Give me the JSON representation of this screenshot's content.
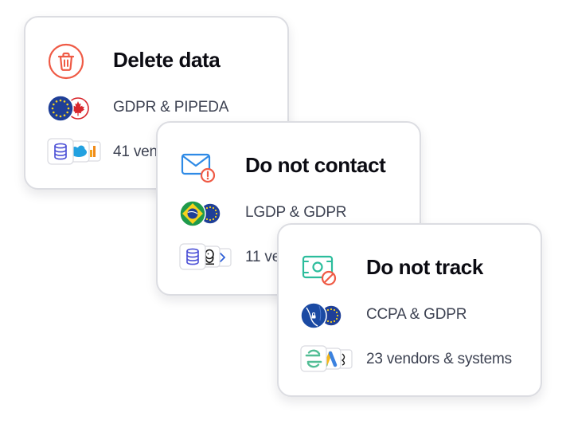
{
  "cards": [
    {
      "title": "Delete data",
      "laws": "GDPR & PIPEDA",
      "vendors": "41 vendors & systems",
      "icon": "trash-icon",
      "accent": "#ef5a45"
    },
    {
      "title": "Do not contact",
      "laws": "LGDP & GDPR",
      "vendors": "11 vendors & systems",
      "icon": "mail-warning-icon",
      "accent": "#2e8ae6"
    },
    {
      "title": "Do not track",
      "laws": "CCPA & GDPR",
      "vendors": "23 vendors & systems",
      "icon": "camera-blocked-icon",
      "accent": "#2bbd9c"
    }
  ],
  "colors": {
    "title": "#0b0b12",
    "body_text": "#3d4252",
    "card_border": "#dcdde2",
    "eu_blue": "#1f3f97",
    "eu_star": "#f7d21d",
    "canada_red": "#d8262c",
    "brazil_green": "#1f9a4b",
    "brazil_yellow": "#f6d21b",
    "california_blue": "#1b4aa3",
    "db_purple": "#4b4fd6",
    "salesforce_blue": "#22a1e0",
    "segment_green": "#52bd95"
  }
}
